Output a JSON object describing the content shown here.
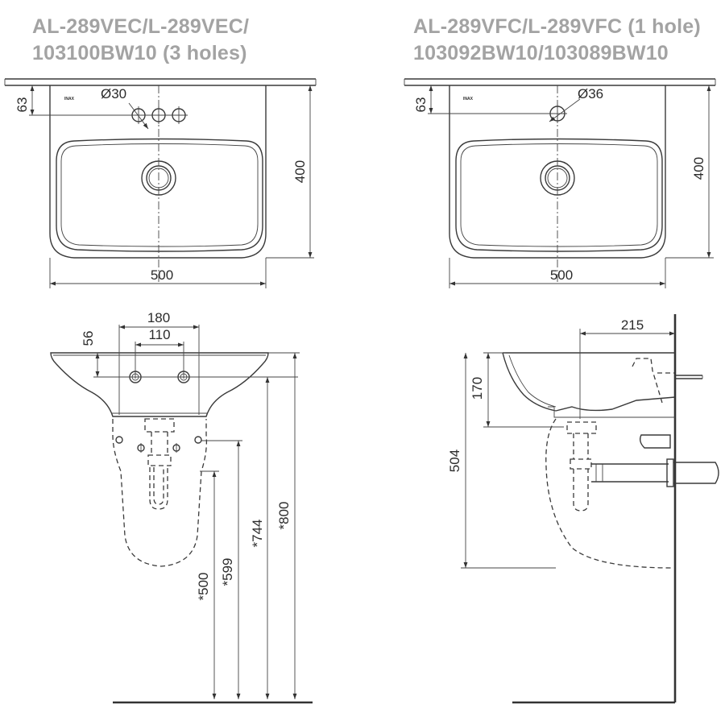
{
  "titles": {
    "left": [
      "AL-289VEC/L-289VEC/",
      "103100BW10 (3 holes)"
    ],
    "right": [
      "AL-289VFC/L-289VFC (1 hole)",
      "103092BW10/103089BW10"
    ]
  },
  "top_left": {
    "hole_diameter": "Ø30",
    "dim_63": "63",
    "dim_400": "400",
    "dim_500": "500",
    "logo": "INAX"
  },
  "top_right": {
    "hole_diameter": "Ø36",
    "dim_63": "63",
    "dim_400": "400",
    "dim_500": "500",
    "logo": "INAX"
  },
  "front": {
    "dim_180": "180",
    "dim_110": "110",
    "dim_56": "56",
    "dim_500": "*500",
    "dim_599": "*599",
    "dim_744": "*744",
    "dim_800": "*800"
  },
  "side": {
    "dim_215": "215",
    "dim_170": "170",
    "dim_504": "504"
  }
}
